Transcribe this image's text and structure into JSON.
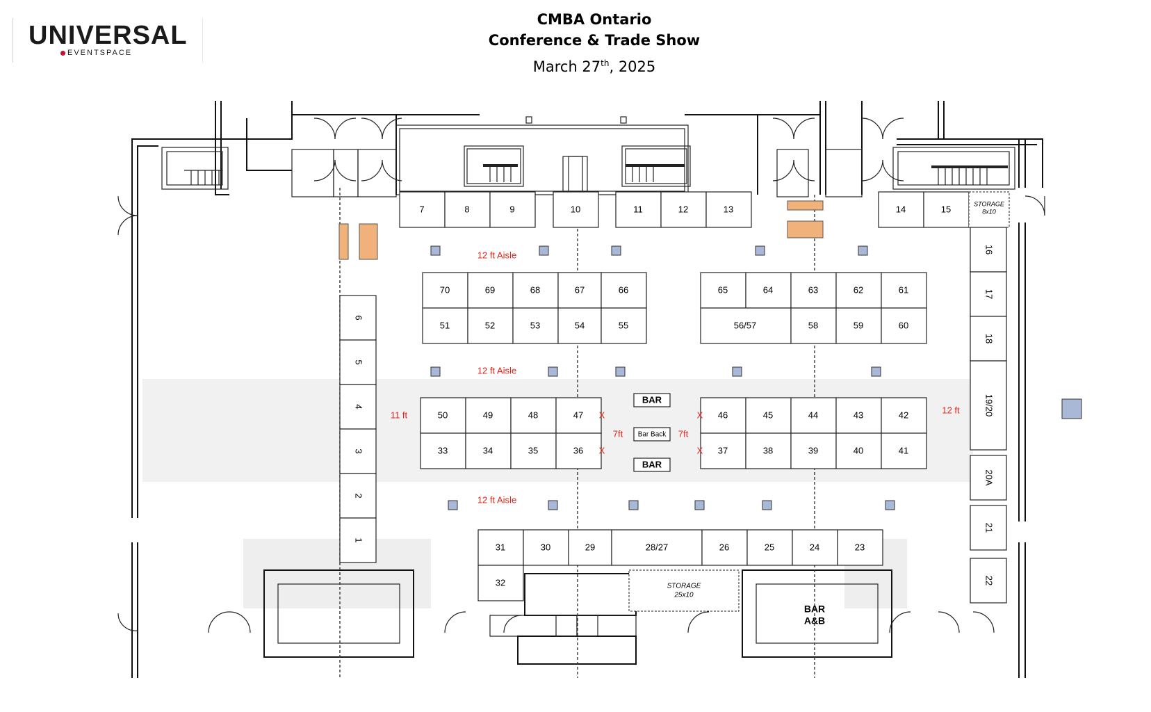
{
  "logo": {
    "name": "UNIVERSAL",
    "sub": "EVENTSPACE",
    "brand_color": "#c8102e"
  },
  "title": {
    "line1": "CMBA Ontario",
    "line2": "Conference & Trade Show",
    "date_main": "March 27",
    "date_sup": "th",
    "date_year": ", 2025"
  },
  "colors": {
    "booth_stroke": "#222222",
    "label_red": "#e2231a",
    "column_fill": "#aab8d8",
    "table_fill": "#f0b27a",
    "aisle_band": "#f1f1f1"
  },
  "booths": {
    "b7": "7",
    "b8": "8",
    "b9": "9",
    "b10": "10",
    "b11": "11",
    "b12": "12",
    "b13": "13",
    "b14": "14",
    "b15": "15",
    "b70": "70",
    "b69": "69",
    "b68": "68",
    "b67": "67",
    "b66": "66",
    "b51": "51",
    "b52": "52",
    "b53": "53",
    "b54": "54",
    "b55": "55",
    "b65": "65",
    "b64": "64",
    "b63": "63",
    "b62": "62",
    "b61": "61",
    "b5657": "56/57",
    "b58": "58",
    "b59": "59",
    "b60": "60",
    "b50": "50",
    "b49": "49",
    "b48": "48",
    "b47": "47",
    "b33": "33",
    "b34": "34",
    "b35": "35",
    "b36": "36",
    "b46": "46",
    "b45": "45",
    "b44": "44",
    "b43": "43",
    "b42": "42",
    "b37": "37",
    "b38": "38",
    "b39": "39",
    "b40": "40",
    "b41": "41",
    "b31": "31",
    "b30": "30",
    "b29": "29",
    "b2827": "28/27",
    "b26": "26",
    "b25": "25",
    "b24": "24",
    "b23": "23",
    "b32": "32",
    "b6": "6",
    "b5": "5",
    "b4": "4",
    "b3": "3",
    "b2": "2",
    "b1": "1",
    "b16": "16",
    "b17": "17",
    "b18": "18",
    "b1920": "19/20",
    "b20A": "20A",
    "b21": "21",
    "b22": "22"
  },
  "labels": {
    "aisle": "12 ft Aisle",
    "ft11": "11 ft",
    "ft12": "12 ft",
    "ft7": "7ft",
    "x": "X",
    "bar": "BAR",
    "bar_back": "Bar Back",
    "bar_ab_1": "BAR",
    "bar_ab_2": "A&B",
    "storage_small_1": "STORAGE",
    "storage_small_2": "8x10",
    "storage_big_1": "STORAGE",
    "storage_big_2": "25x10"
  }
}
